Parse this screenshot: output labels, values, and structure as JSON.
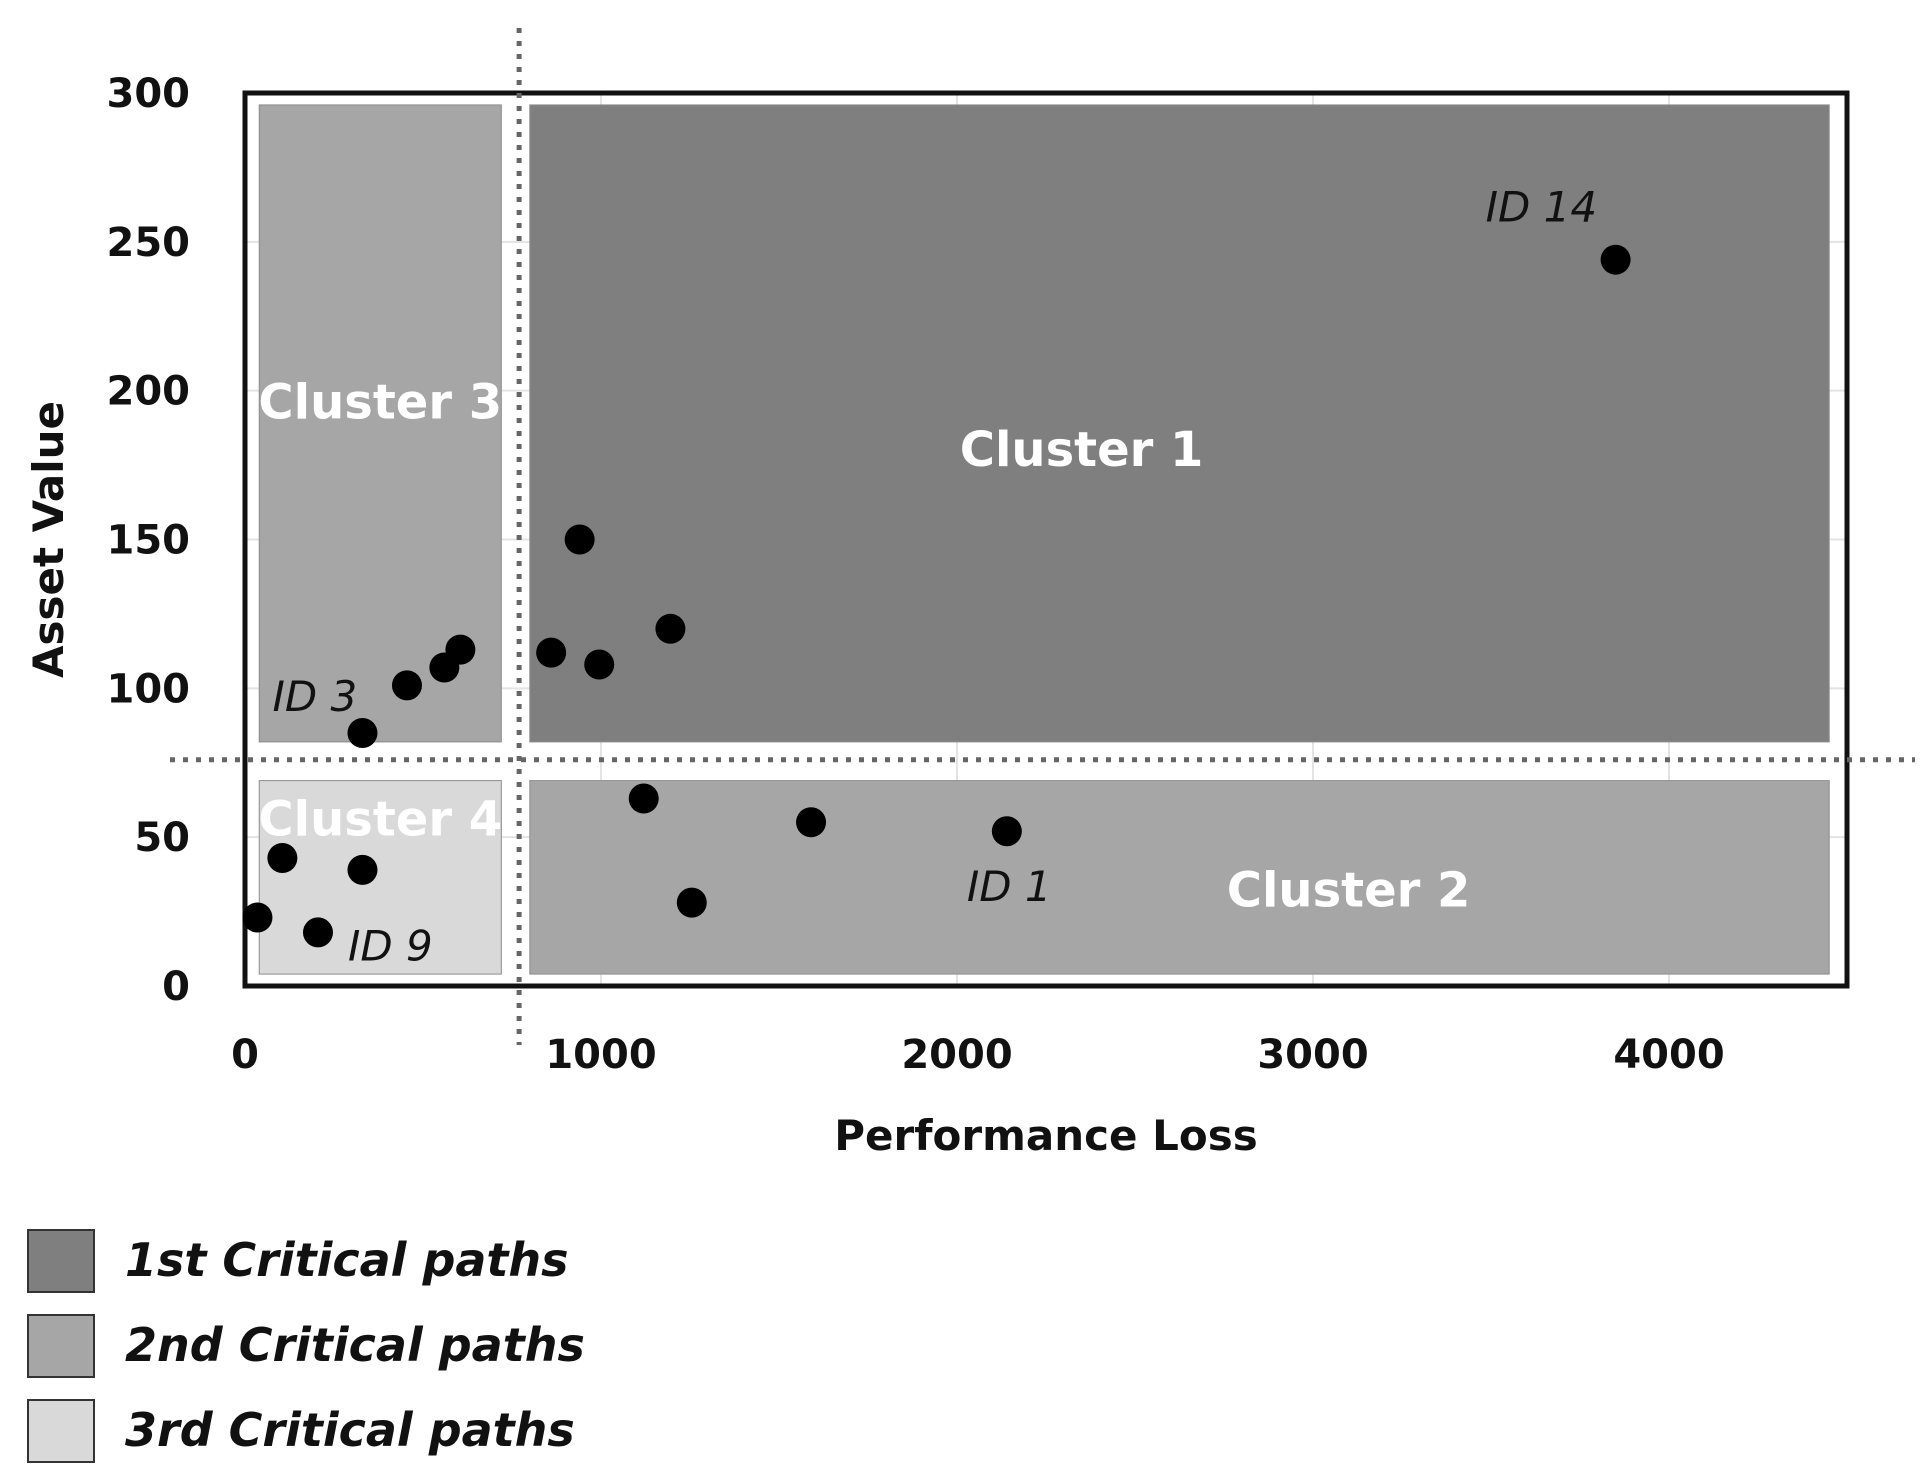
{
  "chart_data": {
    "type": "scatter",
    "xlabel": "Performance Loss",
    "ylabel": "Asset Value",
    "xlim": [
      0,
      4500
    ],
    "ylim": [
      0,
      300
    ],
    "x_ticks": [
      0,
      1000,
      2000,
      3000,
      4000
    ],
    "y_ticks": [
      0,
      50,
      100,
      150,
      200,
      250,
      300
    ],
    "grid": true,
    "thresholds": {
      "x": 770,
      "y": 76
    },
    "regions": [
      {
        "name": "Cluster 1",
        "x_range": [
          800,
          4450
        ],
        "y_range": [
          82,
          296
        ],
        "category": "1st Critical paths",
        "color": "#7f7f7f"
      },
      {
        "name": "Cluster 2",
        "x_range": [
          800,
          4450
        ],
        "y_range": [
          4,
          69
        ],
        "category": "2nd Critical paths",
        "color": "#a6a6a6"
      },
      {
        "name": "Cluster 3",
        "x_range": [
          40,
          720
        ],
        "y_range": [
          82,
          296
        ],
        "category": "2nd Critical paths",
        "color": "#a6a6a6"
      },
      {
        "name": "Cluster 4",
        "x_range": [
          40,
          720
        ],
        "y_range": [
          4,
          69
        ],
        "category": "3rd Critical paths",
        "color": "#d9d9d9"
      }
    ],
    "points": [
      {
        "x": 3850,
        "y": 244,
        "label": "ID 14"
      },
      {
        "x": 940,
        "y": 150
      },
      {
        "x": 1195,
        "y": 120
      },
      {
        "x": 860,
        "y": 112
      },
      {
        "x": 995,
        "y": 108
      },
      {
        "x": 605,
        "y": 113
      },
      {
        "x": 560,
        "y": 107
      },
      {
        "x": 455,
        "y": 101
      },
      {
        "x": 330,
        "y": 85,
        "label": "ID 3"
      },
      {
        "x": 1120,
        "y": 63
      },
      {
        "x": 1590,
        "y": 55
      },
      {
        "x": 2140,
        "y": 52,
        "label": "ID 1"
      },
      {
        "x": 1255,
        "y": 28
      },
      {
        "x": 330,
        "y": 39
      },
      {
        "x": 105,
        "y": 43
      },
      {
        "x": 35,
        "y": 23
      },
      {
        "x": 205,
        "y": 18,
        "label": "ID 9"
      }
    ],
    "legend": [
      {
        "label": "1st Critical paths",
        "color": "#7f7f7f"
      },
      {
        "label": "2nd Critical paths",
        "color": "#a6a6a6"
      },
      {
        "label": "3rd Critical paths",
        "color": "#d9d9d9"
      }
    ],
    "legend_position": "bottom-left"
  }
}
